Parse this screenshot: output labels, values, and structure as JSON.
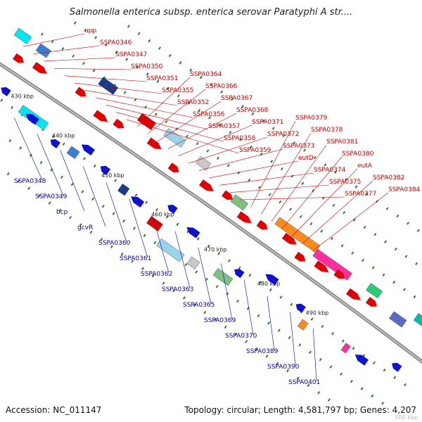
{
  "title": "Salmonella enterica subsp. enterica serovar Paratyphi A str....",
  "footer": {
    "accession": "Accession: NC_011147",
    "summary": "Topology: circular; Length: 4,581,797 bp; Genes: 4,207",
    "scale_note": "500 kbp"
  },
  "colors": {
    "forward_label": "#cc0000",
    "reverse_label": "#0000aa",
    "backbone": "#888888",
    "tick": "#2a7a2a"
  },
  "kbp_labels": [
    "430 kbp",
    "440 kbp",
    "450 kbp",
    "460 kbp",
    "470 kbp",
    "480 kbp",
    "490 kbp"
  ],
  "forward_genes": [
    "upp",
    "SSPA0346",
    "SSPA0347",
    "SSPA0350",
    "SSPA0351",
    "SSPA0355",
    "SSPA0352",
    "SSPA0356",
    "SSPA0357",
    "SSPA0358",
    "SSPA0359",
    "SSPA0364",
    "SSPA0366",
    "SSPA0367",
    "SSPA0368",
    "SSPA0371",
    "SSPA0372",
    "SSPA0373",
    "eutD",
    "SSPA0374",
    "SSPA0375",
    "SSPA0377",
    "SSPA0379",
    "SSPA0378",
    "SSPA0381",
    "SSPA0380",
    "eutA",
    "SSPA0382",
    "SSPA0384"
  ],
  "reverse_genes": [
    "SSPA0348",
    "SSPA0349",
    "bcp",
    "gcvR",
    "SSPA0360",
    "SSPA0361",
    "SSPA0362",
    "SSPA0363",
    "SSPA0365",
    "SSPA0369",
    "SSPA0370",
    "SSPA0389",
    "SSPA0390",
    "SSPA0401"
  ]
}
